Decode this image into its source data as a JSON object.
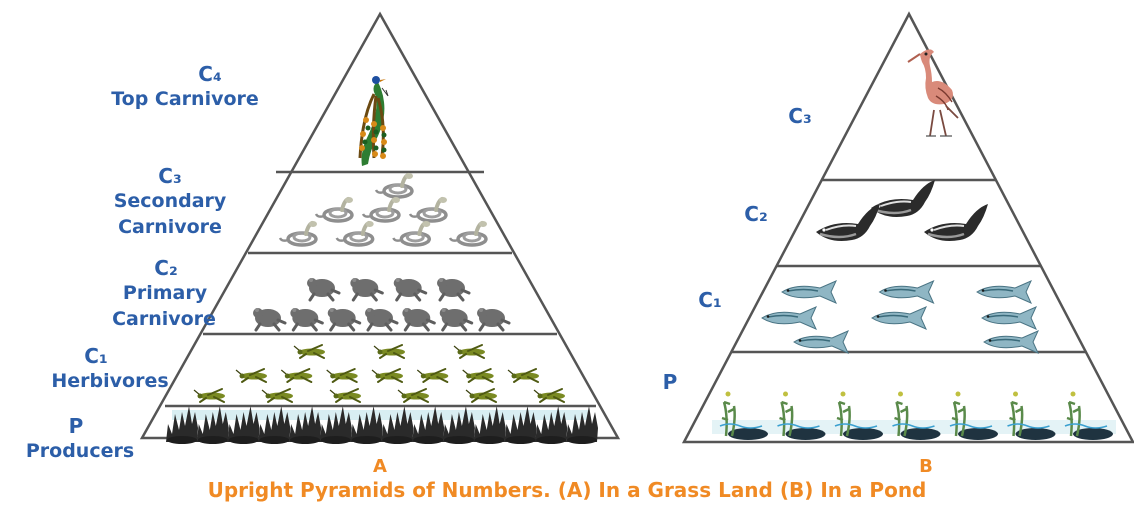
{
  "pyramid_a": {
    "levels": [
      {
        "code": "C₄",
        "name": "Top Carnivore",
        "organism": "peacock-icon",
        "count": 1
      },
      {
        "code": "C₃",
        "name": "Secondary Carnivore",
        "name_lines": [
          "Secondary",
          "Carnivore"
        ],
        "organism": "snake-icon",
        "count": 8
      },
      {
        "code": "C₂",
        "name": "Primary Carnivore",
        "name_lines": [
          "Primary",
          "Carnivore"
        ],
        "organism": "frog-icon",
        "count": 11
      },
      {
        "code": "C₁",
        "name": "Herbivores",
        "organism": "grasshopper-icon",
        "count": 16
      },
      {
        "code": "P",
        "name": "Producers",
        "organism": "grass-icon",
        "count": 14
      }
    ],
    "letter": "A"
  },
  "pyramid_b": {
    "levels": [
      {
        "code": "C₃",
        "organism": "heron-icon",
        "count": 1
      },
      {
        "code": "C₂",
        "organism": "large-fish-icon",
        "count": 3
      },
      {
        "code": "C₁",
        "organism": "small-fish-icon",
        "count": 8
      },
      {
        "code": "P",
        "organism": "aquatic-plant-icon",
        "count": 7
      }
    ],
    "letter": "B"
  },
  "caption": "Upright Pyramids of Numbers. (A) In a Grass Land (B) In a Pond",
  "colors": {
    "label": "#2c5ea8",
    "caption": "#f08a24",
    "outline": "#555555"
  }
}
